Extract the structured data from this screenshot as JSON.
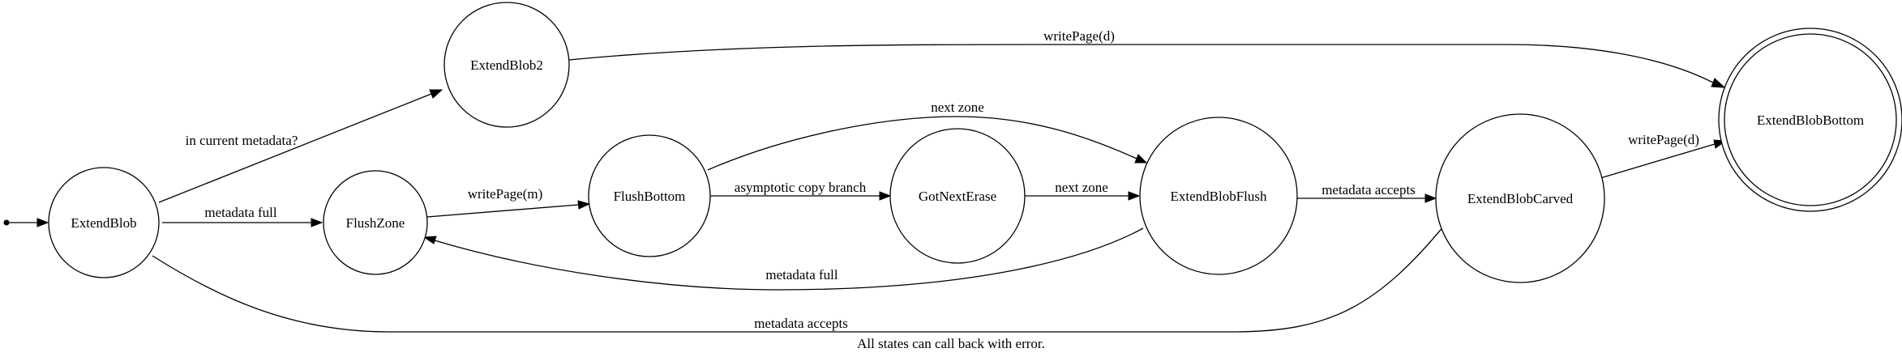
{
  "diagram": {
    "states": {
      "extend_blob": "ExtendBlob",
      "extend_blob2": "ExtendBlob2",
      "flush_zone": "FlushZone",
      "flush_bottom": "FlushBottom",
      "got_next_erase": "GotNextErase",
      "extend_blob_flush": "ExtendBlobFlush",
      "extend_blob_carved": "ExtendBlobCarved",
      "extend_blob_bottom": "ExtendBlobBottom"
    },
    "transitions": {
      "extendblob_to_extendblob2": "in current metadata?",
      "extendblob_to_flushzone": "metadata full",
      "extendblob_to_carved": "metadata accepts",
      "extendblob2_to_bottom": "writePage(d)",
      "flushzone_to_flushbottom": "writePage(m)",
      "flushbottom_to_gotnexterase": "asymptotic copy branch",
      "flushbottom_to_flush": "next zone",
      "gotnexterase_to_flush": "next zone",
      "flush_to_carved": "metadata accepts",
      "flush_to_flushzone": "metadata full",
      "carved_to_bottom": "writePage(d)"
    },
    "caption": "All states can call back with error."
  }
}
